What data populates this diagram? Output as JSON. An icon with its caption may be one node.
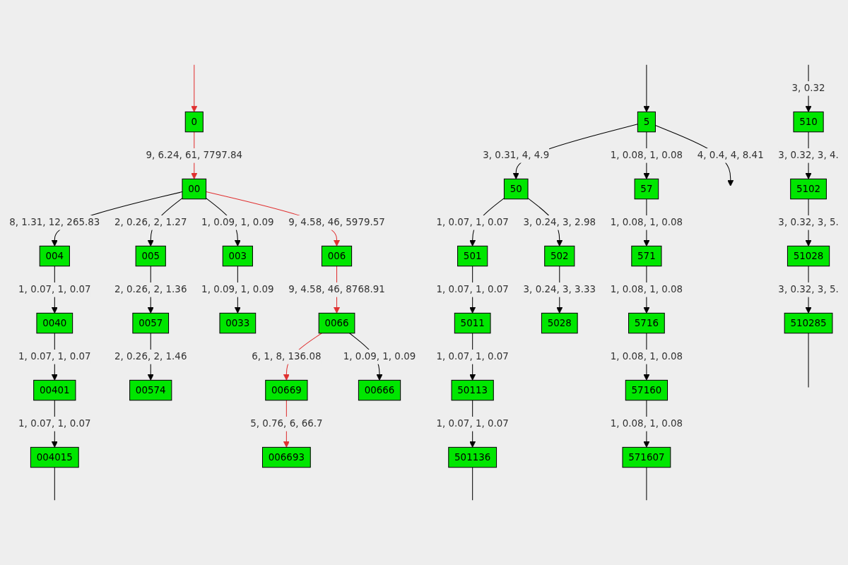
{
  "diagram": {
    "nodes": [
      {
        "text": [
          "0"
        ]
      },
      {
        "text": [
          "5"
        ]
      },
      {
        "text": [
          "00"
        ]
      },
      {
        "text": [
          "50"
        ]
      },
      {
        "text": [
          "57"
        ]
      },
      {
        "text": [
          "004"
        ]
      },
      {
        "text": [
          "005"
        ]
      },
      {
        "text": [
          "003"
        ]
      },
      {
        "text": [
          "006"
        ]
      },
      {
        "text": [
          "501"
        ]
      },
      {
        "text": [
          "502"
        ]
      },
      {
        "text": [
          "571"
        ]
      },
      {
        "text": [
          "510"
        ]
      },
      {
        "text": [
          "0040"
        ]
      },
      {
        "text": [
          "0057"
        ]
      },
      {
        "text": [
          "0033"
        ]
      },
      {
        "text": [
          "0066"
        ]
      },
      {
        "text": [
          "5011"
        ]
      },
      {
        "text": [
          "5028"
        ]
      },
      {
        "text": [
          "5716"
        ]
      },
      {
        "text": [
          "5102"
        ]
      },
      {
        "text": [
          "00401"
        ]
      },
      {
        "text": [
          "00574"
        ]
      },
      {
        "text": [
          "00669"
        ]
      },
      {
        "text": [
          "00666"
        ]
      },
      {
        "text": [
          "50113"
        ]
      },
      {
        "text": [
          "57160"
        ]
      },
      {
        "text": [
          "51028"
        ]
      },
      {
        "text": [
          "004015"
        ]
      },
      {
        "text": [
          "006693"
        ]
      },
      {
        "text": [
          "501136"
        ]
      },
      {
        "text": [
          "571607"
        ]
      },
      {
        "text": [
          "510285"
        ]
      }
    ],
    "edges": [
      {
        "from": null,
        "to": 0,
        "arrow": "to",
        "color": "#e03030"
      },
      {
        "from": null,
        "to": 1,
        "arrow": "to"
      },
      {
        "from": 0,
        "to": 2,
        "arrow": "to",
        "label": "9, 6.24, 61, 7797.84",
        "color": "#e03030"
      },
      {
        "from": 1,
        "to": 3,
        "arrow": "to",
        "label": "3, 0.31, 4, 4.9"
      },
      {
        "from": 1,
        "to": 4,
        "arrow": "to",
        "label": "1, 0.08, 1, 0.08"
      },
      {
        "from": 1,
        "to": null,
        "arrow": "to",
        "label": "4, 0.4, 4, 8.41"
      },
      {
        "from": 2,
        "to": 5,
        "arrow": "to",
        "label": "8, 1.31, 12, 265.83"
      },
      {
        "from": 2,
        "to": 6,
        "arrow": "to",
        "label": "2, 0.26, 2, 1.27"
      },
      {
        "from": 2,
        "to": 7,
        "arrow": "to",
        "label": "1, 0.09, 1, 0.09"
      },
      {
        "from": 2,
        "to": 8,
        "arrow": "to",
        "label": "9, 4.58, 46, 5979.57",
        "color": "#e03030"
      },
      {
        "from": 3,
        "to": 9,
        "arrow": "to",
        "label": "1, 0.07, 1, 0.07"
      },
      {
        "from": 3,
        "to": 10,
        "arrow": "to",
        "label": "3, 0.24, 3, 2.98"
      },
      {
        "from": 4,
        "to": 11,
        "arrow": "to",
        "label": "1, 0.08, 1, 0.08"
      },
      {
        "from": null,
        "to": 12,
        "arrow": "to",
        "label": "3, 0.32"
      },
      {
        "from": 5,
        "to": 13,
        "arrow": "to",
        "label": "1, 0.07, 1, 0.07"
      },
      {
        "from": 6,
        "to": 14,
        "arrow": "to",
        "label": "2, 0.26, 2, 1.36"
      },
      {
        "from": 7,
        "to": 15,
        "arrow": "to",
        "label": "1, 0.09, 1, 0.09"
      },
      {
        "from": 8,
        "to": 16,
        "arrow": "to",
        "label": "9, 4.58, 46, 8768.91",
        "color": "#e03030"
      },
      {
        "from": 9,
        "to": 17,
        "arrow": "to",
        "label": "1, 0.07, 1, 0.07"
      },
      {
        "from": 10,
        "to": 18,
        "arrow": "to",
        "label": "3, 0.24, 3, 3.33"
      },
      {
        "from": 11,
        "to": 19,
        "arrow": "to",
        "label": "1, 0.08, 1, 0.08"
      },
      {
        "from": 12,
        "to": 20,
        "arrow": "to",
        "label": "3, 0.32, 3, 4."
      },
      {
        "from": 13,
        "to": 21,
        "arrow": "to",
        "label": "1, 0.07, 1, 0.07"
      },
      {
        "from": 14,
        "to": 22,
        "arrow": "to",
        "label": "2, 0.26, 2, 1.46"
      },
      {
        "from": 16,
        "to": 23,
        "arrow": "to",
        "label": "6, 1, 8, 136.08",
        "color": "#e03030"
      },
      {
        "from": 16,
        "to": 24,
        "arrow": "to",
        "label": "1, 0.09, 1, 0.09"
      },
      {
        "from": 17,
        "to": 25,
        "arrow": "to",
        "label": "1, 0.07, 1, 0.07"
      },
      {
        "from": 19,
        "to": 26,
        "arrow": "to",
        "label": "1, 0.08, 1, 0.08"
      },
      {
        "from": 20,
        "to": 27,
        "arrow": "to",
        "label": "3, 0.32, 3, 5."
      },
      {
        "from": 21,
        "to": 28,
        "arrow": "to",
        "label": "1, 0.07, 1, 0.07"
      },
      {
        "from": 23,
        "to": 29,
        "arrow": "to",
        "label": "5, 0.76, 6, 66.7",
        "color": "#e03030"
      },
      {
        "from": 25,
        "to": 30,
        "arrow": "to",
        "label": "1, 0.07, 1, 0.07"
      },
      {
        "from": 26,
        "to": 31,
        "arrow": "to",
        "label": "1, 0.08, 1, 0.08"
      },
      {
        "from": 27,
        "to": 32,
        "arrow": "to",
        "label": "3, 0.32, 3, 5."
      },
      {
        "from": 28,
        "to": null,
        "arrow": "none"
      },
      {
        "from": 30,
        "to": null,
        "arrow": "none"
      },
      {
        "from": 31,
        "to": null,
        "arrow": "none"
      },
      {
        "from": 32,
        "to": null,
        "arrow": "none"
      }
    ]
  }
}
